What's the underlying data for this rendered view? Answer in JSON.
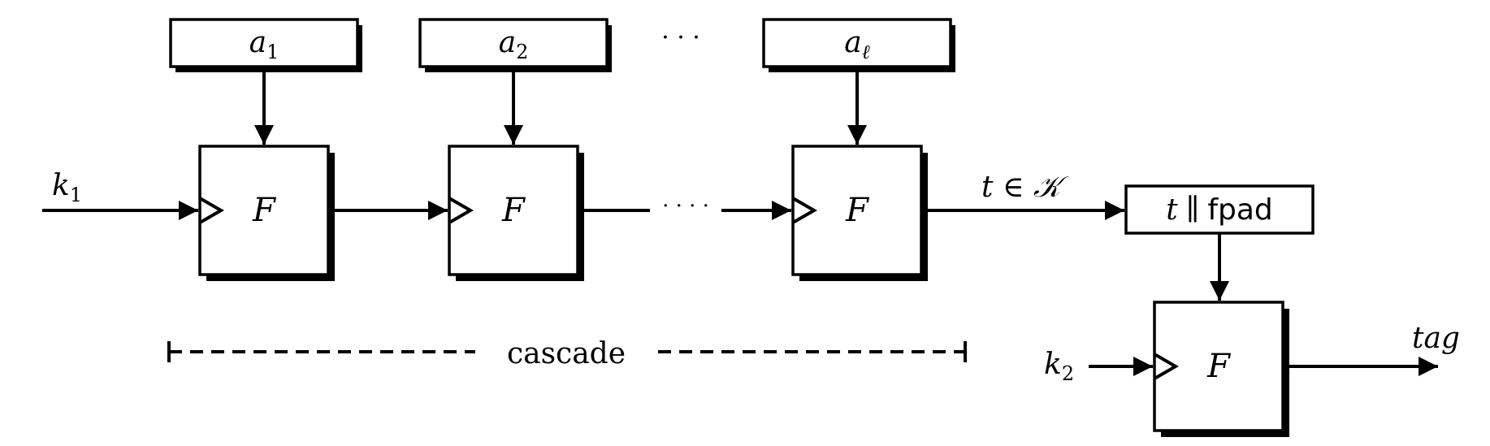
{
  "diagram": {
    "inputs": [
      {
        "base": "a",
        "sub": "1"
      },
      {
        "base": "a",
        "sub": "2"
      },
      {
        "base": "a",
        "sub": "ℓ"
      }
    ],
    "input_ellipsis": "· · ·",
    "chain_ellipsis": "· · · ·",
    "block_label": "F",
    "key1": {
      "base": "k",
      "sub": "1"
    },
    "key2": {
      "base": "k",
      "sub": "2"
    },
    "intermediate": "t ∈ 𝒦",
    "pad_box": {
      "t": "t",
      "sep": "∥",
      "word": "fpad"
    },
    "output": "tag",
    "cascade_label": "cascade"
  }
}
